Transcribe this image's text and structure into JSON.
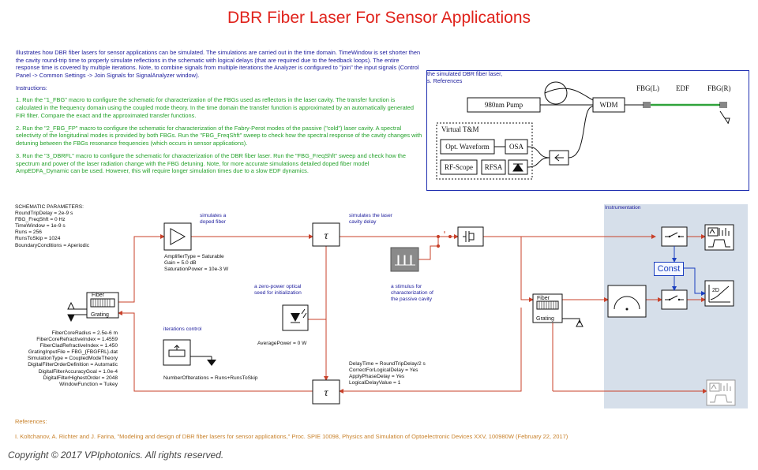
{
  "title": "DBR Fiber Laser For Sensor Applications",
  "intro": {
    "p1": "Illustrates how DBR fiber lasers for sensor applications can be simulated. The simulations are carried out in the time domain. TimeWindow is set shorter then the cavity round-trip time to properly simulate reflections in the schematic with logical delays (that are required due to the feedback loops). The entire response time is covered by multiple iterations. Note, to combine signals from multiple iterations the Analyzer is configured to \"join\" the input signals (Control Panel -> Common Settings -> Join Signals for SignalAnalyzer window).",
    "instructions_label": "Instructions:",
    "step1": "1. Run the \"1_FBG\" macro to configure the schematic for characterization of the FBGs used as reflectors in the laser cavity. The transfer function is calculated in the frequency domain using the coupled mode theory. In the time domain the transfer function is approximated by an automatically generated FIR filter. Compare the exact and the approximated transfer functions.",
    "step2": "2. Run the \"2_FBG_FP\" macro to configure the schematic for characterization of the Fabry-Perot modes of the passive (\"cold\") laser cavity. A spectral selectivity of the longitudinal modes is provided by both FBGs. Run the \"FBG_FreqShft\" sweep to check how the spectral response of the cavity changes with detuning between the FBGs resonance frequencies (which occurs in sensor applications).",
    "step3": "3. Run the \"3_DBRFL\" macro to configure the schematic for characterization of the DBR fiber laser. Run the \"FBG_FreqShft\" sweep and check how the spectrum and power of the laser radiation change with the FBG detuning. Note, for more accurate simulations detailed doped fiber model AmpEDFA_Dynamic can be used. However, this will require longer simulation times due to a slow EDF dynamics."
  },
  "setup_frame": {
    "caption_line1": "the simulated DBR fiber laser,",
    "caption_line2": "s. References",
    "pump": "980nm Pump",
    "wdm": "WDM",
    "fbg_l": "FBG(L)",
    "edf": "EDF",
    "fbg_r": "FBG(R)",
    "virtual": "Virtual T&M",
    "opt_waveform": "Opt. Waveform",
    "osa": "OSA",
    "rf_scope": "RF-Scope",
    "rfsa": "RFSA"
  },
  "schematic_params": {
    "header": "SCHEMATIC PARAMETERS:",
    "lines": [
      "RoundTripDelay = 2e-9 s",
      "FBG_FreqShft = 0 Hz",
      "TimeWindow = 1e-9 s",
      "Runs = 256",
      "RunsToSkip = 1024",
      "BoundaryConditions = Aperiodic"
    ]
  },
  "fiber_grating_left": {
    "top": "Fiber",
    "bottom": "Grating",
    "params": [
      "FiberCoreRadius = 2.5e-6 m",
      "FiberCoreRefractiveIndex = 1.4559",
      "FiberCladRefractiveIndex = 1.450",
      "GratingInputFile = FBG_{FBGFRL}.dat",
      "SimulationType = CoupledModeTheory",
      "DigitalFilterOrderDefinition = Automatic",
      "DigitalFilterAccuracyGoal = 1.0e-4",
      "DigitalFilterHighestOrder = 2048",
      "WindowFunction = Tukey"
    ]
  },
  "amplifier": {
    "note_line1": "simulates a",
    "note_line2": "doped fiber",
    "params": [
      "AmplifierType = Saturable",
      "Gain = 5.0 dB",
      "SaturationPower = 10e-3 W"
    ]
  },
  "delay_top": {
    "symbol": "τ",
    "note_line1": "simulates the laser",
    "note_line2": "cavity delay"
  },
  "stimulus": {
    "note_line1": "a stimulus for",
    "note_line2": "characterization of",
    "note_line3": "the passive cavity"
  },
  "seed": {
    "note_line1": "a zero-power optical",
    "note_line2": "seed for initialization",
    "param": "AveragePower = 0 W"
  },
  "iterations": {
    "label": "iterations control",
    "param": "NumberOfIterations = Runs+RunsToSkip"
  },
  "delay_bottom": {
    "symbol": "τ",
    "params": [
      "DelayTime = RoundTripDelay/2 s",
      "CorrectForLogicalDelay = Yes",
      "ApplyPhaseDelay = Yes",
      "LogicalDelayValue = 1"
    ]
  },
  "fiber_grating_right": {
    "top": "Fiber",
    "bottom": "Grating"
  },
  "instrumentation": {
    "label": "Instrumentation",
    "const": "Const",
    "plot_label": "2D"
  },
  "references": {
    "label": "References:",
    "line": "I. Koltchanov, A. Richter and J. Farina, \"Modeling and design of DBR fiber lasers for sensor applications,\" Proc. SPIE 10098, Physics and Simulation of Optoelectronic Devices XXV, 100980W (February 22, 2017)"
  },
  "copyright": "Copyright © 2017 VPIphotonics. All rights reserved."
}
